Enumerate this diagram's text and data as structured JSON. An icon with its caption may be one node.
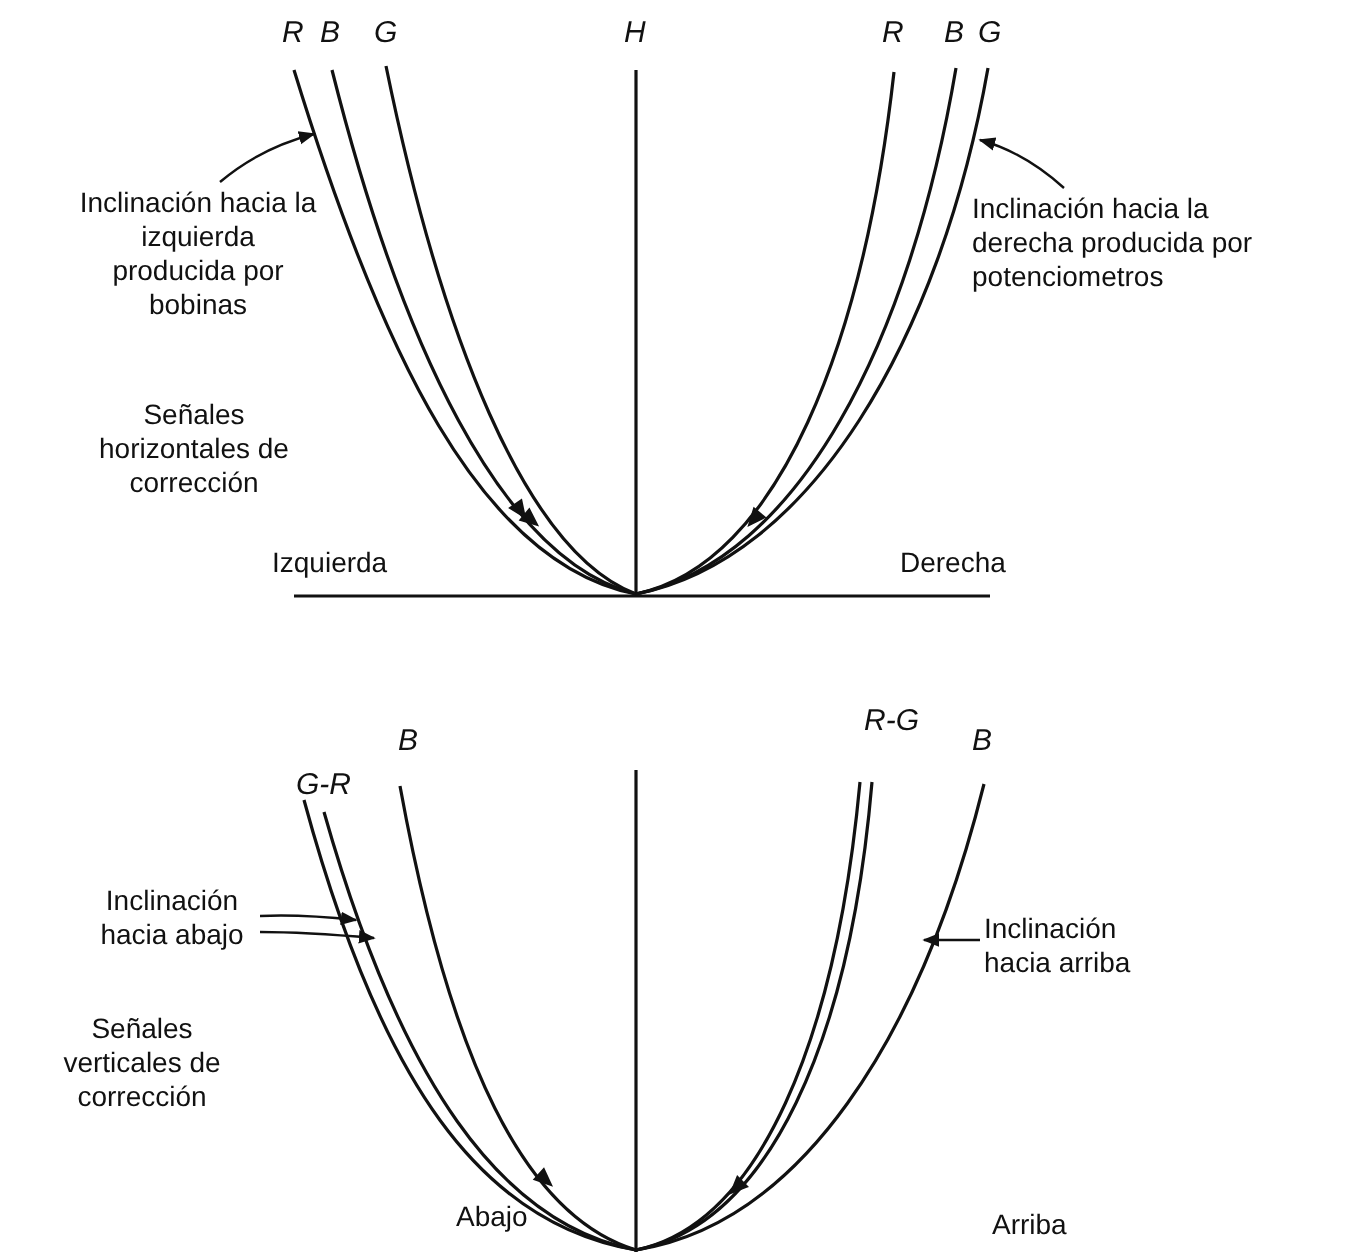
{
  "diagram": {
    "nodes": [
      {
        "text": [
          "Inclinación hacia la izquierda producida por bobinas"
        ]
      },
      {
        "text": [
          "Inclinación hacia la derecha producida por potenciometros"
        ]
      },
      {
        "text": [
          "Inclinación hacia abajo"
        ]
      },
      {
        "text": [
          "Inclinación hacia arriba"
        ]
      }
    ],
    "edges": [
      {
        "from": 0,
        "to": null,
        "arrow": "to"
      },
      {
        "from": 1,
        "to": null,
        "arrow": "to"
      },
      {
        "from": 2,
        "to": null,
        "arrow": "to"
      },
      {
        "from": 2,
        "to": null,
        "arrow": "to"
      },
      {
        "from": 3,
        "to": null,
        "arrow": "to"
      }
    ],
    "labels": [
      "R",
      "B",
      "G",
      "H",
      "R",
      "B",
      "G",
      "Señales horizontales de corrección",
      "Izquierda",
      "Derecha",
      "B",
      "G-R",
      "R-G",
      "B",
      "Señales verticales de corrección",
      "Abajo",
      "Arriba"
    ]
  }
}
